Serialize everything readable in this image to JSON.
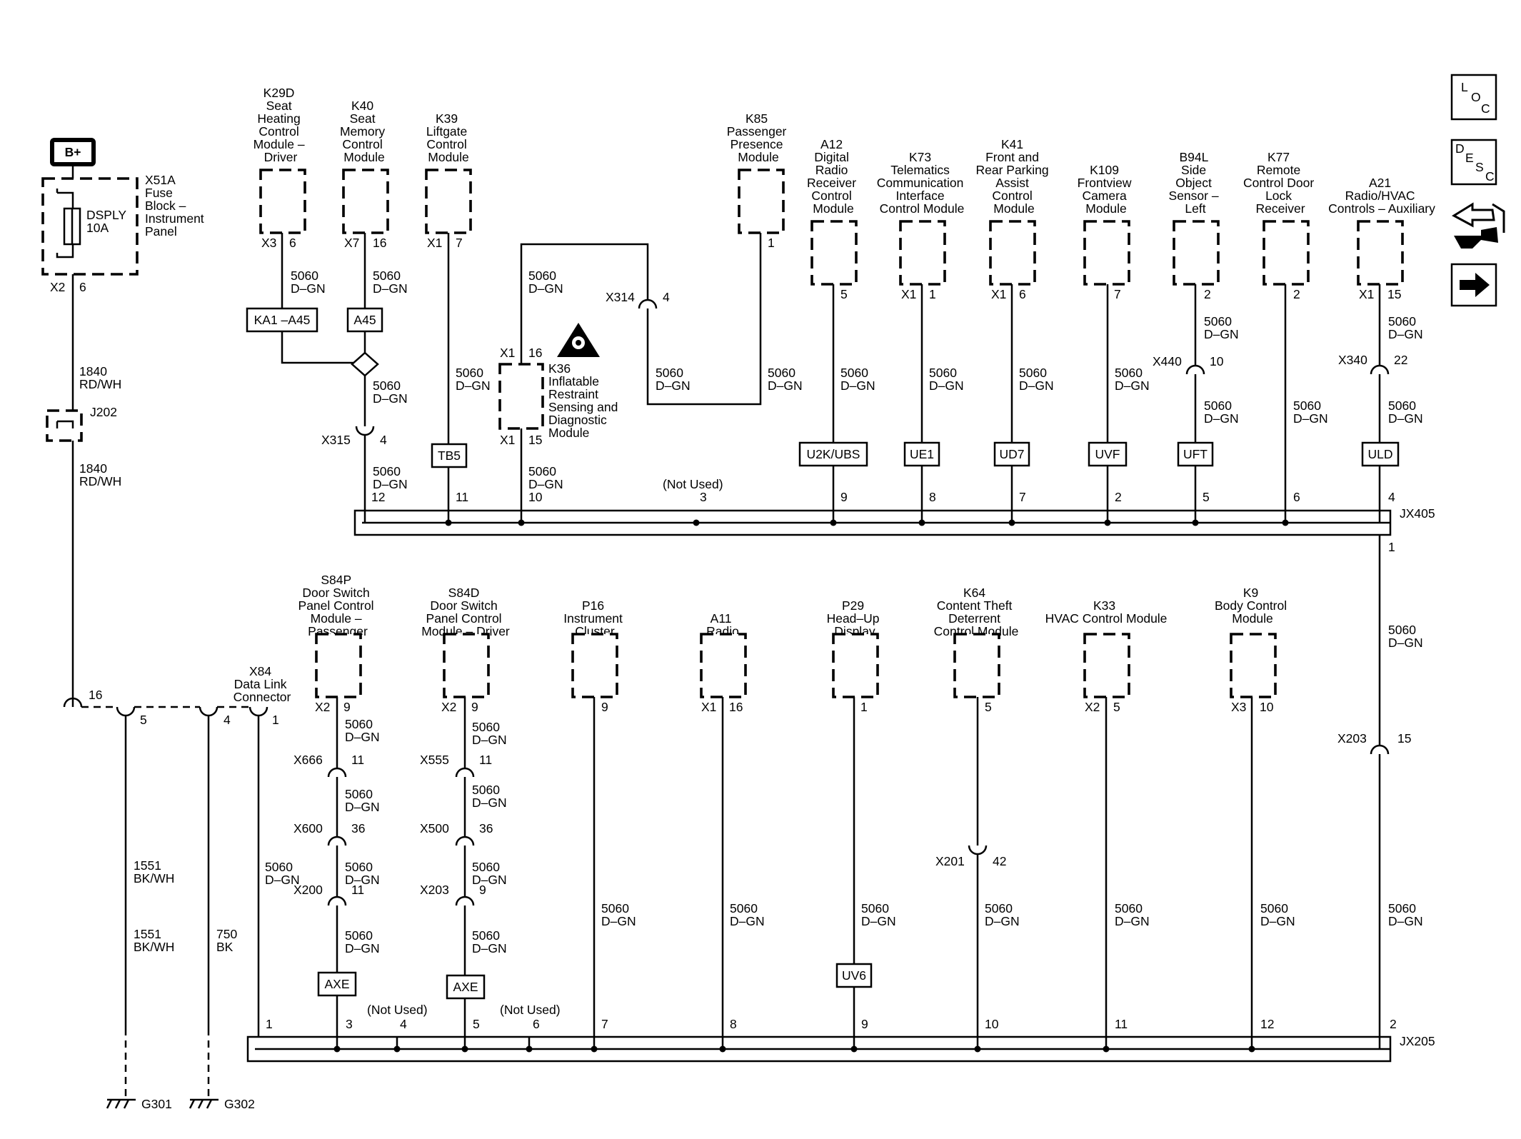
{
  "colors": {
    "ink": "#000000",
    "paper": "#ffffff"
  },
  "side_buttons": [
    {
      "name": "loc-button",
      "l1": "L",
      "l2": "O",
      "l3": "C"
    },
    {
      "name": "desc-button",
      "l1": "D",
      "l2": "E",
      "l3": "S",
      "l4": "C"
    },
    {
      "name": "connector-view-button",
      "icon": "connector-wrench-icon"
    },
    {
      "name": "next-button",
      "icon": "right-arrow-icon"
    }
  ],
  "power": {
    "label": "B+",
    "fuse_block": [
      "X51A",
      "Fuse",
      "Block –",
      "Instrument",
      "Panel"
    ],
    "fuse": [
      "DSPLY",
      "10A"
    ],
    "conn": "X2",
    "pin": "6",
    "wire1": [
      "1840",
      "RD/WH"
    ],
    "splice": "J202",
    "wire2": [
      "1840",
      "RD/WH"
    ]
  },
  "dlc": {
    "label": [
      "X84",
      "Data Link",
      "Connector"
    ],
    "pins": {
      "p16": "16",
      "p5": "5",
      "p4": "4",
      "p1": "1"
    },
    "gnd_wire1": [
      "1551",
      "BK/WH"
    ],
    "gnd_wire2": [
      "1551",
      "BK/WH"
    ],
    "gnd_wire3": [
      "750",
      "BK"
    ],
    "grounds": [
      "G301",
      "G302"
    ]
  },
  "top": {
    "modules": [
      {
        "title": [
          "K29D",
          "Seat",
          "Heating",
          "Control",
          "Module –",
          "Driver"
        ],
        "conn": "X3",
        "pin": "6",
        "wire": [
          "5060",
          "D–GN"
        ],
        "tag": "KA1 –A45"
      },
      {
        "title": [
          "K40",
          "Seat",
          "Memory",
          "Control",
          "Module"
        ],
        "conn": "X7",
        "pin": "16",
        "wire": [
          "5060",
          "D–GN"
        ],
        "tag": "A45",
        "wire2": [
          "5060",
          "D–GN"
        ],
        "inline": "X315",
        "inline_pin": "4",
        "wire3": [
          "5060",
          "D–GN"
        ]
      },
      {
        "title": [
          "K39",
          "Liftgate",
          "Control",
          "Module"
        ],
        "conn": "X1",
        "pin": "7",
        "wire": [
          "5060",
          "D–GN"
        ],
        "tag": "TB5"
      },
      {
        "title": [
          "K36",
          "Inflatable",
          "Restraint",
          "Sensing and",
          "Diagnostic",
          "Module"
        ],
        "conn_top": "X1",
        "pin_top": "16",
        "conn_bot": "X1",
        "pin_bot": "15",
        "wire": [
          "5060",
          "D–GN"
        ],
        "wire_bot": [
          "5060",
          "D–GN"
        ]
      },
      {
        "title": [
          "K85",
          "Passenger",
          "Presence",
          "Module"
        ],
        "pin": "1",
        "wire": [
          "5060",
          "D–GN"
        ],
        "inline": "X314",
        "inline_pin": "4",
        "wire2": [
          "5060",
          "D–GN"
        ]
      },
      {
        "title": [
          "A12",
          "Digital",
          "Radio",
          "Receiver",
          "Control",
          "Module"
        ],
        "pin": "5",
        "wire": [
          "5060",
          "D–GN"
        ],
        "tag": "U2K/UBS"
      },
      {
        "title": [
          "K73",
          "Telematics",
          "Communication",
          "Interface",
          "Control Module"
        ],
        "conn": "X1",
        "pin": "1",
        "wire": [
          "5060",
          "D–GN"
        ],
        "tag": "UE1"
      },
      {
        "title": [
          "K41",
          "Front and",
          "Rear Parking",
          "Assist",
          "Control",
          "Module"
        ],
        "conn": "X1",
        "pin": "6",
        "wire": [
          "5060",
          "D–GN"
        ],
        "tag": "UD7"
      },
      {
        "title": [
          "K109",
          "Frontview",
          "Camera",
          "Module"
        ],
        "pin": "7",
        "wire": [
          "5060",
          "D–GN"
        ],
        "tag": "UVF"
      },
      {
        "title": [
          "B94L",
          "Side",
          "Object",
          "Sensor –",
          "Left"
        ],
        "pin": "2",
        "wire": [
          "5060",
          "D–GN"
        ],
        "inline": "X440",
        "inline_pin": "10",
        "wire2": [
          "5060",
          "D–GN"
        ],
        "tag": "UFT"
      },
      {
        "title": [
          "K77",
          "Remote",
          "Control Door",
          "Lock",
          "Receiver"
        ],
        "pin": "2",
        "wire": [
          "5060",
          "D–GN"
        ]
      },
      {
        "title": [
          "A21",
          "Radio/HVAC",
          "Controls – Auxiliary"
        ],
        "conn": "X1",
        "pin": "15",
        "wire": [
          "5060",
          "D–GN"
        ],
        "inline": "X340",
        "inline_pin": "22",
        "wire2": [
          "5060",
          "D–GN"
        ],
        "tag": "ULD"
      }
    ],
    "bus": {
      "name": "JX405",
      "not_used": "(Not Used)",
      "pins": [
        "12",
        "11",
        "10",
        "3",
        "9",
        "8",
        "7",
        "2",
        "5",
        "6",
        "4"
      ],
      "out_pin": "1"
    }
  },
  "right_riser": {
    "wire": [
      "5060",
      "D–GN"
    ],
    "inline": "X203",
    "inline_pin": "15",
    "wire2": [
      "5060",
      "D–GN"
    ]
  },
  "bottom": {
    "modules": [
      {
        "title": [
          "S84P",
          "Door Switch",
          "Panel Control",
          "Module –",
          "Passenger"
        ],
        "conn": "X2",
        "pin": "9",
        "w1": [
          "5060",
          "D–GN"
        ],
        "c1": "X666",
        "c1p": "11",
        "w2": [
          "5060",
          "D–GN"
        ],
        "c2": "X600",
        "c2p": "36",
        "w3": [
          "5060",
          "D–GN"
        ],
        "c3": "X200",
        "c3p": "11",
        "w4": [
          "5060",
          "D–GN"
        ],
        "tag": "AXE",
        "side_wire": [
          "5060",
          "D–GN"
        ]
      },
      {
        "title": [
          "S84D",
          "Door Switch",
          "Panel Control",
          "Module – Driver"
        ],
        "conn": "X2",
        "pin": "9",
        "w1": [
          "5060",
          "D–GN"
        ],
        "c1": "X555",
        "c1p": "11",
        "w2": [
          "5060",
          "D–GN"
        ],
        "c2": "X500",
        "c2p": "36",
        "w3": [
          "5060",
          "D–GN"
        ],
        "c3": "X203",
        "c3p": "9",
        "w4": [
          "5060",
          "D–GN"
        ],
        "tag": "AXE"
      },
      {
        "title": [
          "P16",
          "Instrument",
          "Cluster"
        ],
        "pin": "9",
        "wire": [
          "5060",
          "D–GN"
        ]
      },
      {
        "title": [
          "A11",
          "Radio"
        ],
        "conn": "X1",
        "pin": "16",
        "wire": [
          "5060",
          "D–GN"
        ]
      },
      {
        "title": [
          "P29",
          "Head–Up",
          "Display"
        ],
        "pin": "1",
        "wire": [
          "5060",
          "D–GN"
        ],
        "tag": "UV6"
      },
      {
        "title": [
          "K64",
          "Content Theft",
          "Deterrent",
          "Control Module"
        ],
        "pin": "5",
        "inline": "X201",
        "inline_pin": "42",
        "wire": [
          "5060",
          "D–GN"
        ]
      },
      {
        "title": [
          "K33",
          "HVAC Control Module"
        ],
        "conn": "X2",
        "pin": "5",
        "wire": [
          "5060",
          "D–GN"
        ]
      },
      {
        "title": [
          "K9",
          "Body Control",
          "Module"
        ],
        "conn": "X3",
        "pin": "10",
        "wire": [
          "5060",
          "D–GN"
        ]
      }
    ],
    "bus": {
      "name": "JX205",
      "not_used_1": "(Not Used)",
      "not_used_2": "(Not Used)",
      "pins": [
        "1",
        "3",
        "4",
        "5",
        "6",
        "7",
        "8",
        "9",
        "10",
        "11",
        "12",
        "2"
      ]
    }
  }
}
